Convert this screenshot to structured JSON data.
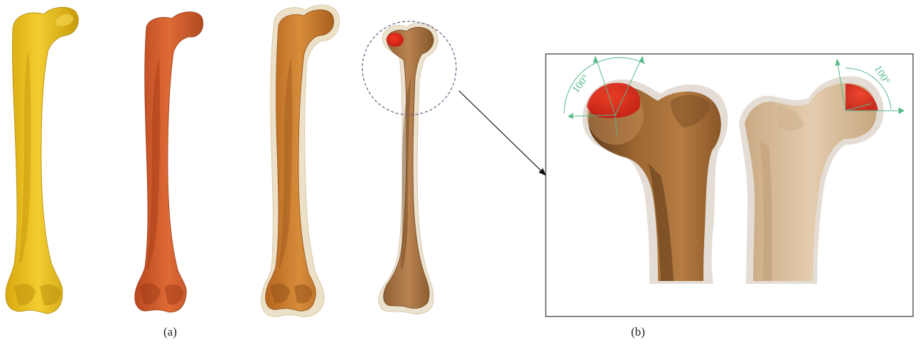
{
  "panel_a": {
    "caption": "(a)",
    "colors": {
      "bone1": "#e6bd1c",
      "bone2": "#cf5a2a",
      "bone3": "#c9792c",
      "bone4": "#a8713f",
      "shell": "#e9dcc1",
      "highlight": "#e8281c"
    }
  },
  "panel_b": {
    "caption": "(b)",
    "left_angle": "100°",
    "right_angle": "100°",
    "colors": {
      "bone_dark": "#9b6631",
      "bone_light": "#dcc3a1",
      "halo": "#e3ddd6",
      "angle_lines": "#57b98a",
      "highlight": "#e8281c",
      "frame": "#333333"
    }
  }
}
